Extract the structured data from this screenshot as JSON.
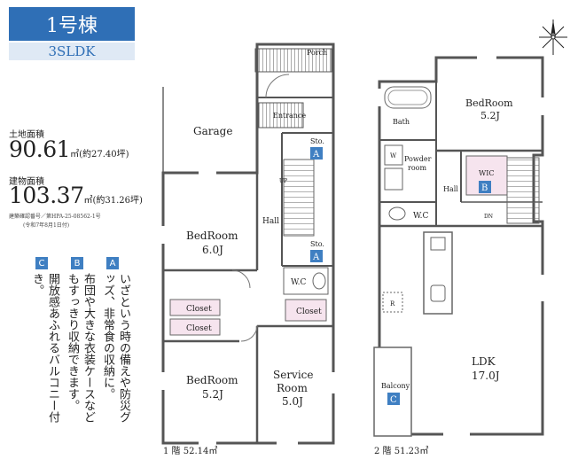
{
  "header": {
    "title": "1号棟",
    "layout_type": "3SLDK"
  },
  "areas": {
    "land_label": "土地面積",
    "land_value": "90.61",
    "land_unit": "㎡",
    "land_tsubo": "(約27.40坪)",
    "building_label": "建物面積",
    "building_value": "103.37",
    "building_unit": "㎡",
    "building_tsubo": "(約31.26坪)",
    "permit_note": "建築確認番号／第HPA-25-08562-1号",
    "permit_date": "(令和7年8月1日付)"
  },
  "features": [
    {
      "badge": "A",
      "text": "いざという時の備えや防災グッズ、非常食の収納に。"
    },
    {
      "badge": "B",
      "text": "布団や大きな衣装ケースなどもすっきり収納できます。"
    },
    {
      "badge": "C",
      "text": "開放感あふれるバルコニー付き。"
    }
  ],
  "floor1": {
    "label": "1 階 52.14㎡",
    "garage": "Garage",
    "porch": "Porch",
    "entrance": "Entrance",
    "sto_top": "Sto.",
    "sto_top_badge": "A",
    "up": "UP",
    "hall": "Hall",
    "sto_bottom": "Sto.",
    "sto_bottom_badge": "A",
    "bedroom1_name": "BedRoom",
    "bedroom1_size": "6.0J",
    "wc": "W.C",
    "closet1": "Closet",
    "closet2": "Closet",
    "closet3": "Closet",
    "bedroom2_name": "BedRoom",
    "bedroom2_size": "5.2J",
    "service_name1": "Service",
    "service_name2": "Room",
    "service_size": "5.0J"
  },
  "floor2": {
    "label": "2 階 51.23㎡",
    "bath": "Bath",
    "powder1": "Powder",
    "powder2": "room",
    "wm": "W",
    "bedroom_name": "BedRoom",
    "bedroom_size": "5.2J",
    "wic": "WIC",
    "wic_badge": "B",
    "hall": "Hall",
    "dn": "DN",
    "wc": "W.C",
    "fridge": "R",
    "ldk_name": "LDK",
    "ldk_size": "17.0J",
    "balcony": "Balcony",
    "balcony_badge": "C"
  },
  "colors": {
    "accent": "#2f6fb6",
    "band_light": "#dfe9f5",
    "storage_badge": "#3f7fc2",
    "closet_fill": "#f6e4ee",
    "wall": "#555555"
  }
}
